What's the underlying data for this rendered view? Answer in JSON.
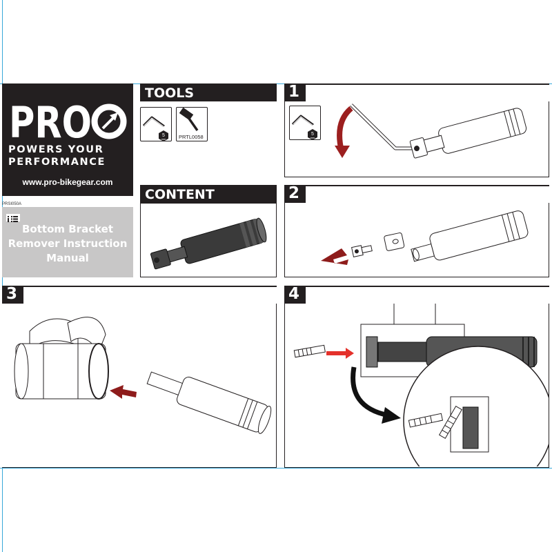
{
  "brand": {
    "logo_text": "PRO",
    "slogan_line1": "POWERS YOUR",
    "slogan_line2": "PERFORMANCE",
    "website": "www.pro-bikegear.com"
  },
  "doc_number": "PRSI050A",
  "manual": {
    "title_line1": "Bottom Bracket",
    "title_line2": "Remover Instruction",
    "title_line3": "Manual"
  },
  "sections": {
    "tools": "TOOLS",
    "content": "CONTENT",
    "step1": "1",
    "step2": "2",
    "step3": "3",
    "step4": "4"
  },
  "tools": {
    "hex_size": "5",
    "hex_unit": "mm",
    "tool_code": "PRTL0058"
  },
  "colors": {
    "black": "#231f20",
    "arrow_dark_red": "#8e1c1b",
    "arrow_red": "#e4312b",
    "guide_blue": "#37a7d9",
    "gray_panel": "#c8c7c7"
  },
  "icons": [
    "hex-key-icon",
    "hammer-icon",
    "info-icon"
  ]
}
